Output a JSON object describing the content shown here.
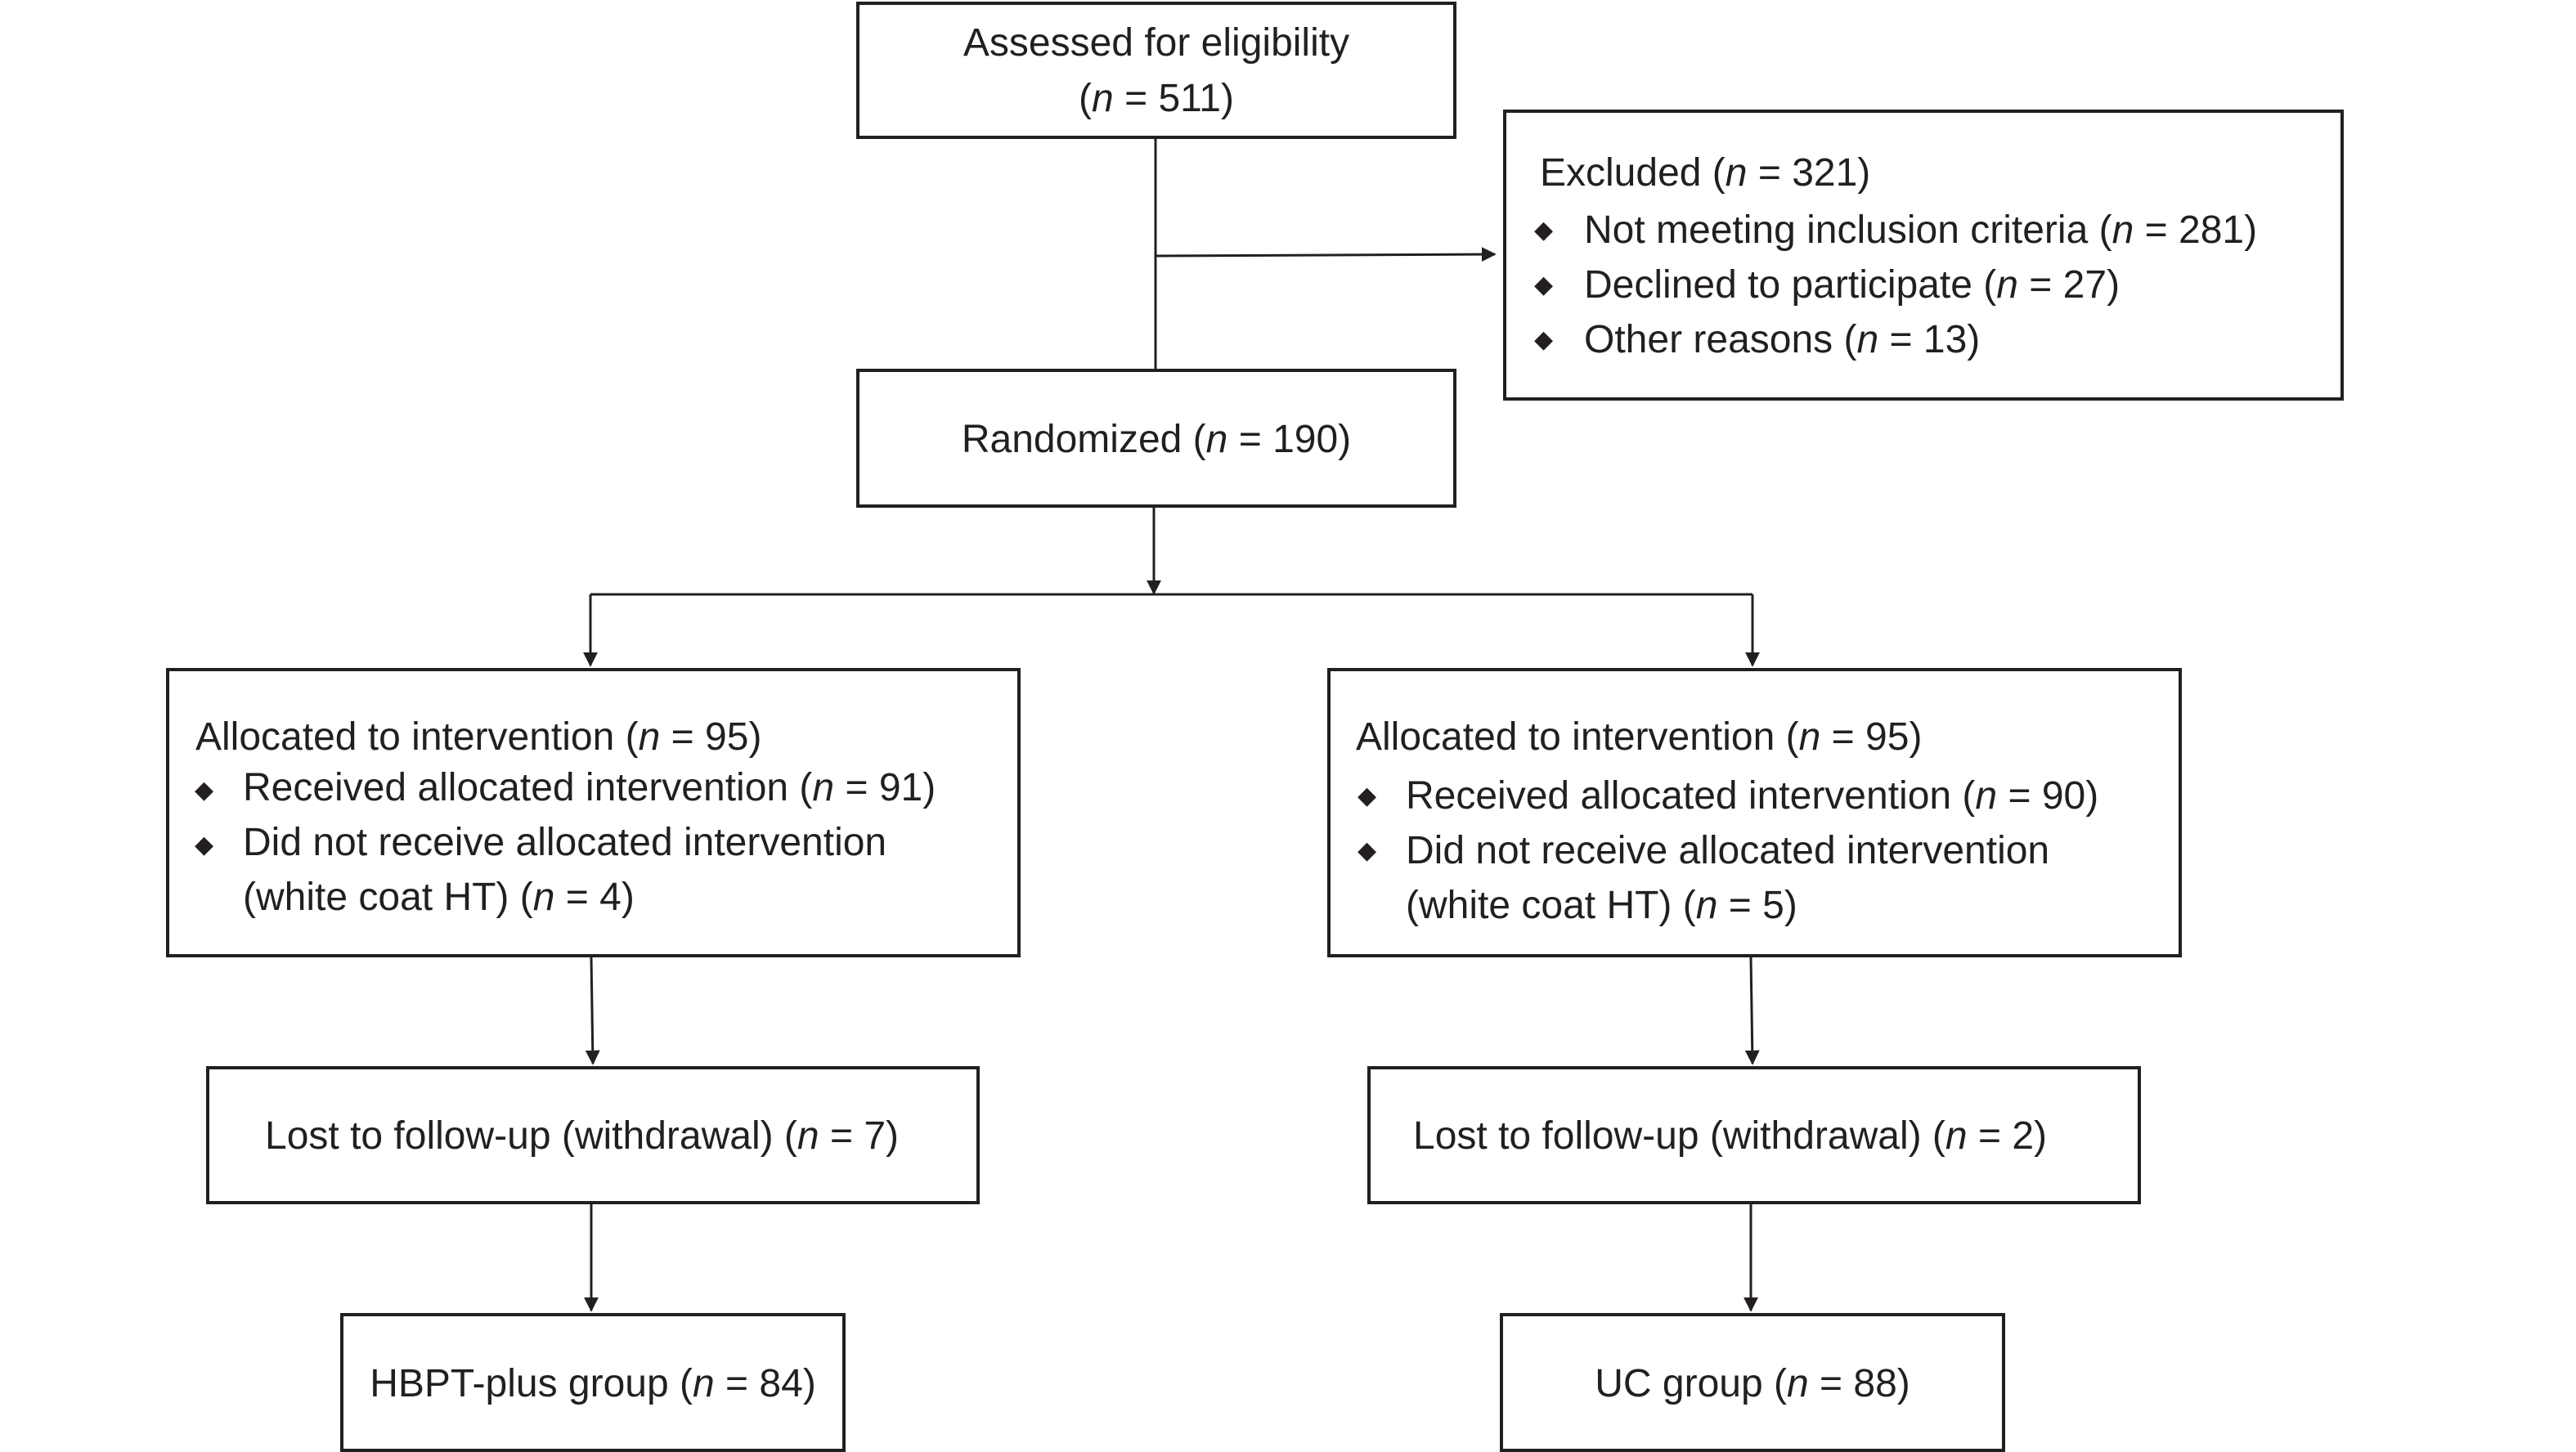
{
  "n_symbol": "n",
  "eligibility": {
    "line1": "Assessed for eligibility",
    "n_open": "(",
    "n_close": " = 511)"
  },
  "excluded": {
    "title_pre": "Excluded (",
    "title_post": " = 321)",
    "items": [
      {
        "pre": "Not meeting inclusion criteria (",
        "post": " = 281)"
      },
      {
        "pre": "Declined to participate (",
        "post": " = 27)"
      },
      {
        "pre": "Other reasons (",
        "post": " = 13)"
      }
    ]
  },
  "randomized": {
    "pre": "Randomized (",
    "post": " = 190)"
  },
  "left_alloc": {
    "title_pre": "Allocated to intervention (",
    "title_post": " = 95)",
    "item1_pre": "Received allocated intervention (",
    "item1_post": " = 91)",
    "item2_line1": "Did not receive allocated intervention",
    "item2_pre": "(white coat HT) (",
    "item2_post": " = 4)"
  },
  "right_alloc": {
    "title_pre": "Allocated to intervention (",
    "title_post": " = 95)",
    "item1_pre": "Received allocated intervention (",
    "item1_post": " = 90)",
    "item2_line1": "Did not receive allocated intervention",
    "item2_pre": "(white coat HT) (",
    "item2_post": " = 5)"
  },
  "left_lost": {
    "pre": "Lost to follow-up (withdrawal) (",
    "post": " = 7)"
  },
  "right_lost": {
    "pre": "Lost to follow-up (withdrawal) (",
    "post": " = 2)"
  },
  "left_final": {
    "pre": "HBPT-plus group (",
    "post": " = 84)"
  },
  "right_final": {
    "pre": "UC group (",
    "post": " = 88)"
  },
  "bullet_glyph": "◆",
  "colors": {
    "line": "#231f20",
    "text": "#231f20",
    "background": "#ffffff"
  }
}
